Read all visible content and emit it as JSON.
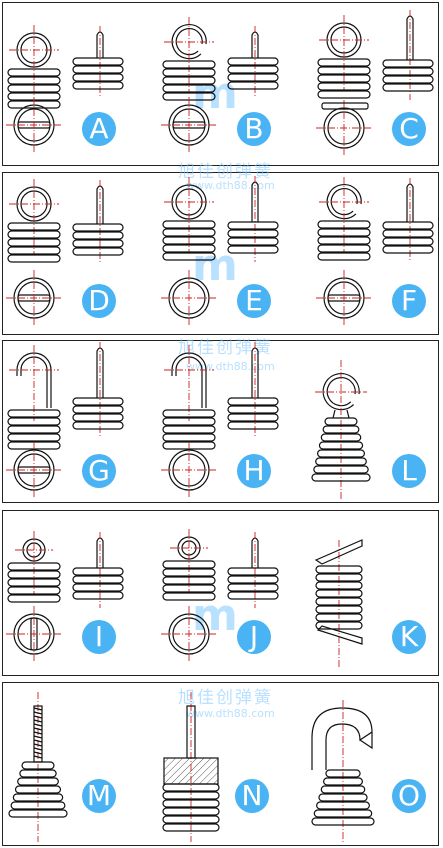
{
  "style": {
    "badge_color": "#49b3f4",
    "line_color": "#111111",
    "axis_color": "#cc2222",
    "watermark_color": "#7fc8ff"
  },
  "watermark": {
    "cn": "旭佳创弹簧",
    "url": "www.dth88.com"
  },
  "variants": [
    {
      "label": "A",
      "icon": "half-loop-hook"
    },
    {
      "label": "B",
      "icon": "open-hook"
    },
    {
      "label": "C",
      "icon": "full-loop-hook"
    },
    {
      "label": "D",
      "icon": "double-loop-hook"
    },
    {
      "label": "E",
      "icon": "side-loop-hook"
    },
    {
      "label": "F",
      "icon": "open-side-hook"
    },
    {
      "label": "G",
      "icon": "long-hook"
    },
    {
      "label": "H",
      "icon": "long-open-hook"
    },
    {
      "label": "L",
      "icon": "cone-spring-loop"
    },
    {
      "label": "I",
      "icon": "small-loop-hook"
    },
    {
      "label": "J",
      "icon": "small-double-loop-hook"
    },
    {
      "label": "K",
      "icon": "tangent-end-spring"
    },
    {
      "label": "M",
      "icon": "cone-spring-threaded-stud"
    },
    {
      "label": "N",
      "icon": "spring-with-plug"
    },
    {
      "label": "O",
      "icon": "cone-spring-large-hook"
    }
  ]
}
